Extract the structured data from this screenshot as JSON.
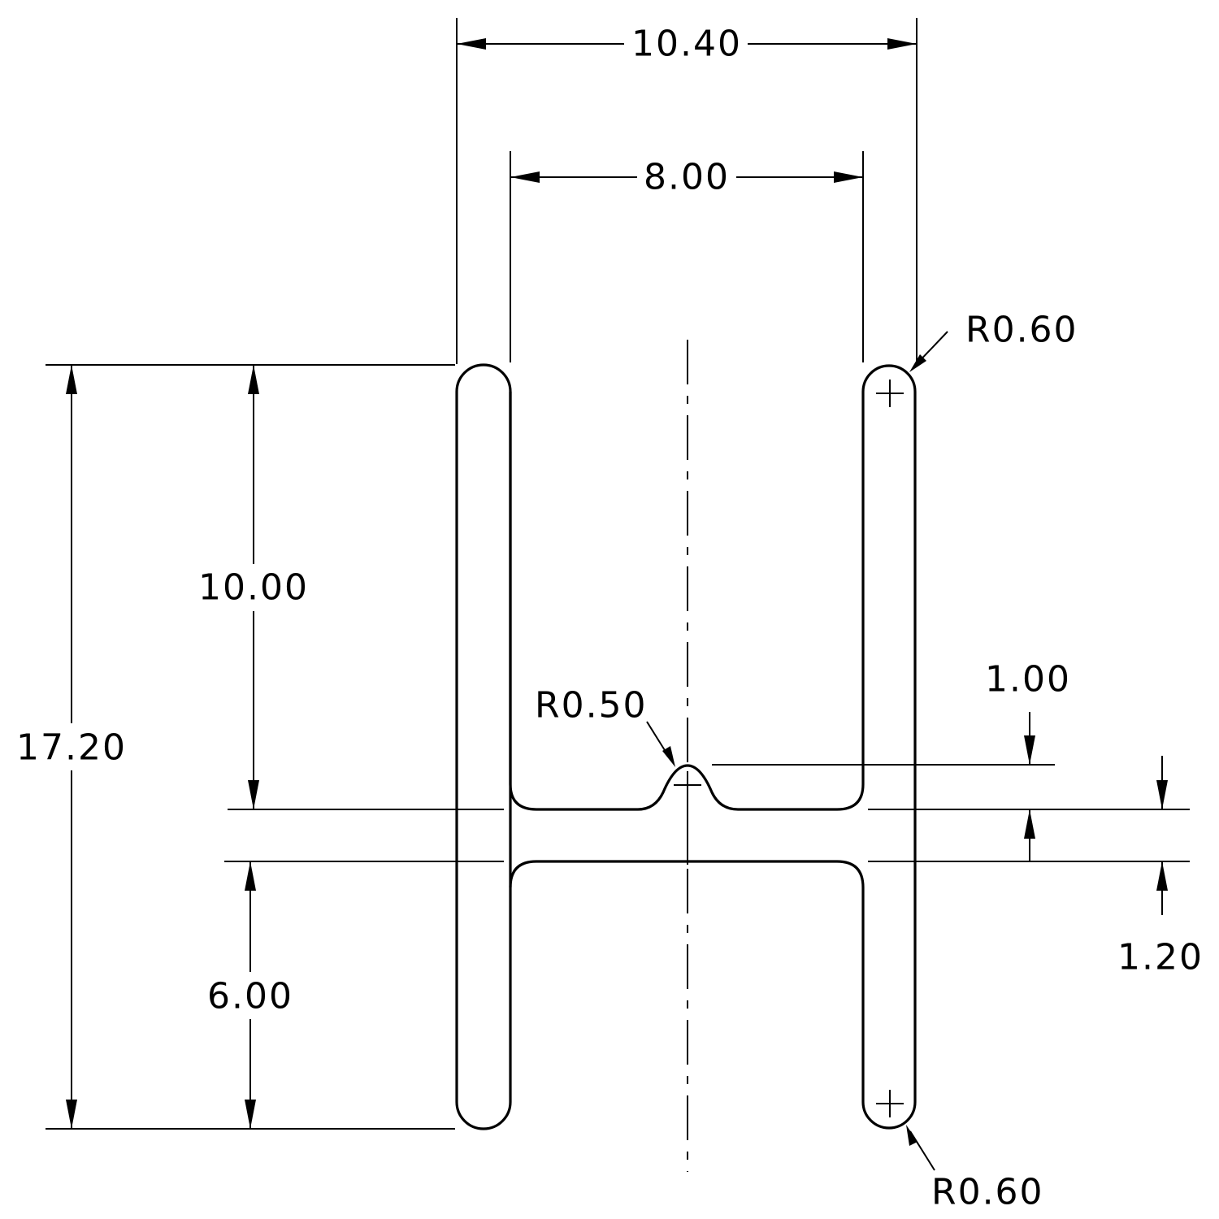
{
  "dimensions": {
    "overall_width": "10.40",
    "inner_width": "8.00",
    "overall_height": "17.20",
    "upper_height": "10.00",
    "lower_height": "6.00",
    "bump_height": "1.00",
    "bar_thickness": "1.20",
    "radius_top_right": "R0.60",
    "radius_bottom_right": "R0.60",
    "radius_bump": "R0.50"
  },
  "colors": {
    "line": "#000000",
    "background": "#ffffff"
  }
}
